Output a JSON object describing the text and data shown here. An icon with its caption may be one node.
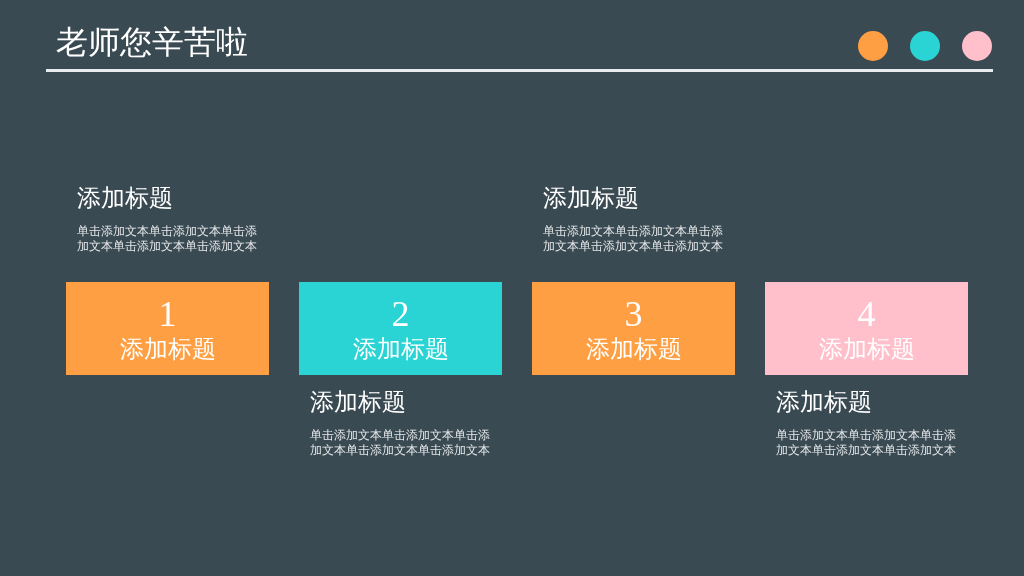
{
  "diagram": {
    "title": "老师您辛苦啦",
    "nodes": [
      {
        "text": [
          "1",
          "添加标题"
        ],
        "beside": [
          "添加标题",
          "单击添加文本单击添加文本单击添加文本单击添加文本单击添加文本"
        ]
      },
      {
        "text": [
          "2",
          "添加标题"
        ],
        "beside": [
          "添加标题",
          "单击添加文本单击添加文本单击添加文本单击添加文本单击添加文本"
        ]
      },
      {
        "text": [
          "3",
          "添加标题"
        ],
        "beside": [
          "添加标题",
          "单击添加文本单击添加文本单击添加文本单击添加文本单击添加文本"
        ]
      },
      {
        "text": [
          "4",
          "添加标题"
        ],
        "beside": [
          "添加标题",
          "单击添加文本单击添加文本单击添加文本单击添加文本单击添加文本"
        ]
      }
    ]
  }
}
